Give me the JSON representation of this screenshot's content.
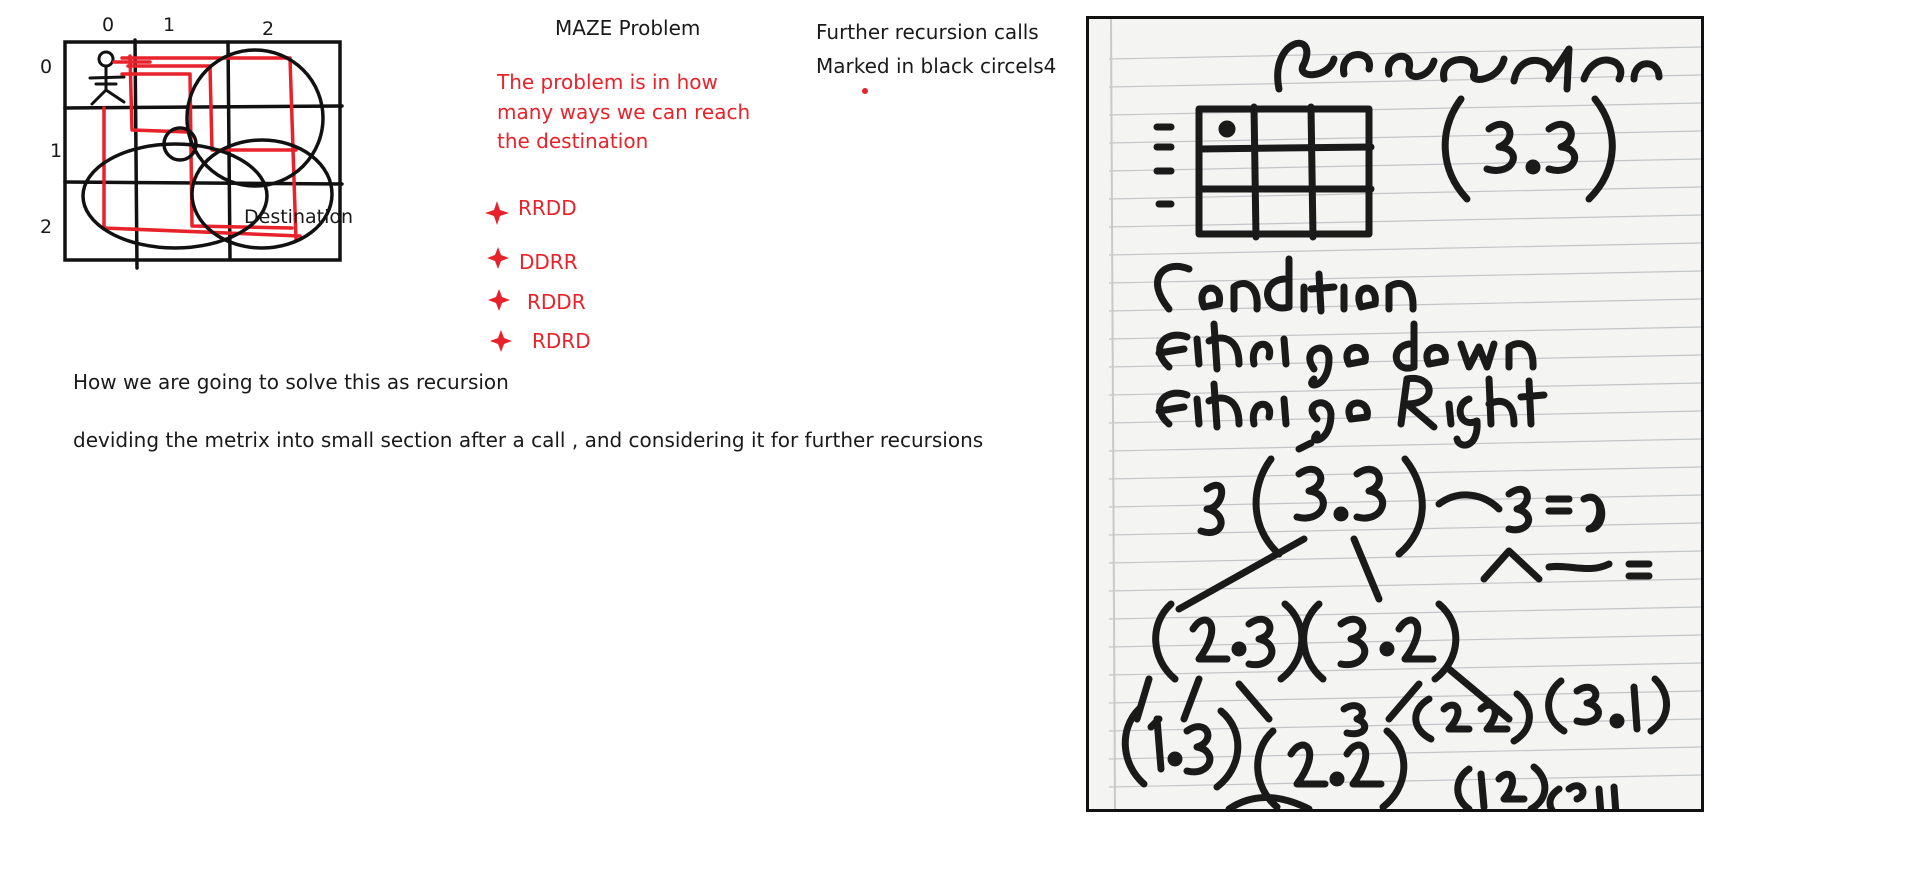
{
  "maze": {
    "col_labels": [
      "0",
      "1",
      "2"
    ],
    "row_labels": [
      "0",
      "1",
      "2"
    ],
    "destination_label": "Destination"
  },
  "header": {
    "title": "MAZE Problem",
    "further_line1": "Further recursion calls",
    "further_line2": "Marked in black circels4"
  },
  "problem": {
    "line1": "The problem is in how",
    "line2": "many ways we can  reach",
    "line3": "the destination"
  },
  "ways": [
    "RRDD",
    "DDRR",
    "RDDR",
    "RDRD"
  ],
  "notes": {
    "how": "How we are going to solve this as recursion",
    "dividing": "deviding the metrix into small section after a call , and considering it for further recursions"
  },
  "colors": {
    "red": "#e8222a",
    "ink": "#111111",
    "paper": "#f4f4f2"
  }
}
